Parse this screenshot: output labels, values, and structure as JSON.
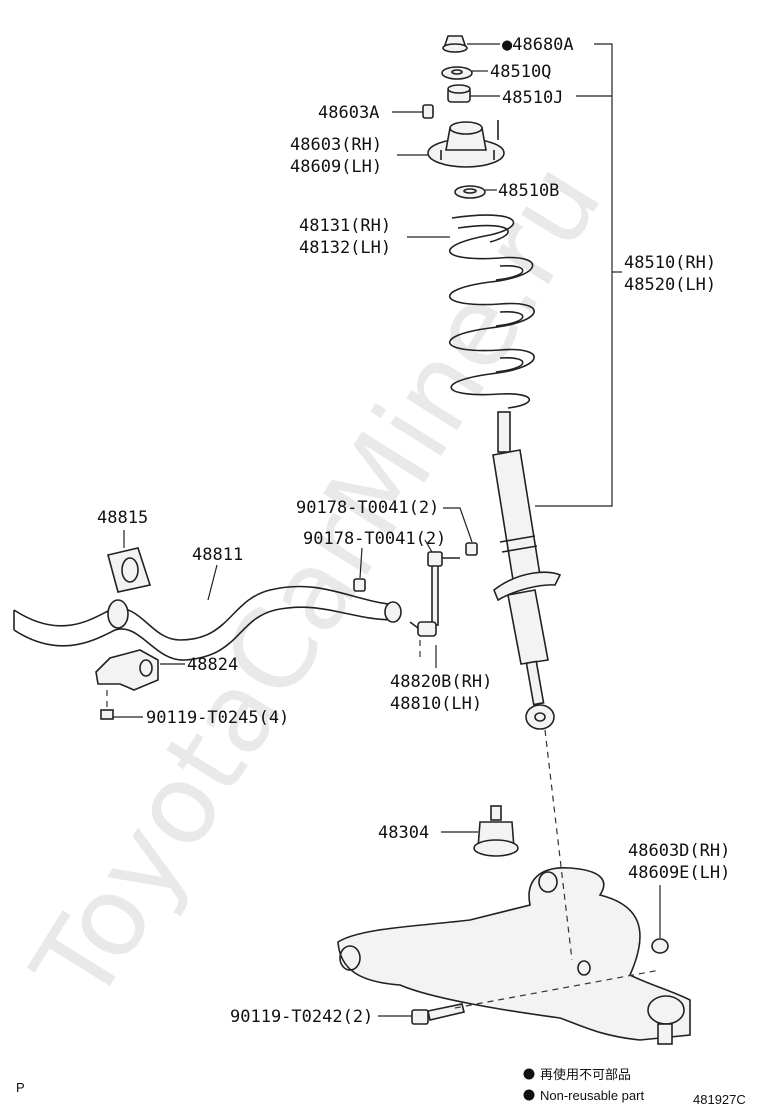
{
  "watermark": "ToyotaCarMine.ru",
  "labels": {
    "l48680A": "●48680A",
    "l48510Q": "48510Q",
    "l48510J": "48510J",
    "l48603A": "48603A",
    "l48603RH": "48603(RH)",
    "l48609LH": "48609(LH)",
    "l48510B": "48510B",
    "l48131RH": "48131(RH)",
    "l48132LH": "48132(LH)",
    "l48510RH": "48510(RH)",
    "l48520LH": "48520(LH)",
    "l90178a": "90178-T0041(2)",
    "l90178b": "90178-T0041(2)",
    "l48815": "48815",
    "l48811": "48811",
    "l48824": "48824",
    "l90119a": "90119-T0245(4)",
    "l48820B": "48820B(RH)",
    "l48810": "48810(LH)",
    "l48304": "48304",
    "l48603D": "48603D(RH)",
    "l48609E": "48609E(LH)",
    "l90119b": "90119-T0242(2)"
  },
  "legend": {
    "jp": "再使用不可部品",
    "en": "Non-reusable part",
    "bullet_color": "#111111"
  },
  "footer": {
    "left_mark": "P",
    "diagram_id": "481927C"
  }
}
